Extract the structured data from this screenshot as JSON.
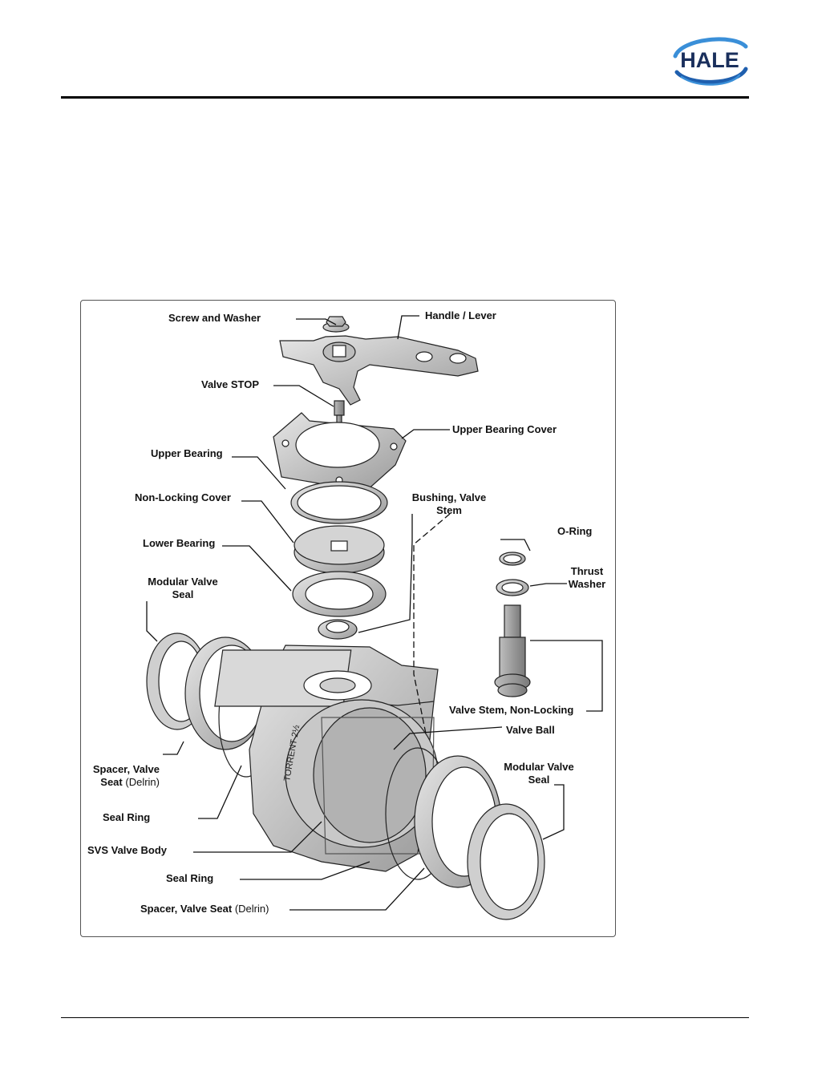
{
  "brand": {
    "logo_text": "HALE",
    "colors": {
      "logo_blue": "#1f5fae",
      "logo_swoosh": "#3a8fd8",
      "text": "#111111"
    }
  },
  "figure": {
    "labels": {
      "screw_washer": "Screw and Washer",
      "handle_lever": "Handle / Lever",
      "valve_stop": "Valve STOP",
      "upper_bearing_cover": "Upper Bearing Cover",
      "upper_bearing": "Upper Bearing",
      "non_locking_cover": "Non-Locking Cover",
      "bushing_line1": "Bushing, Valve",
      "bushing_line2": "Stem",
      "o_ring": "O-Ring",
      "thrust_line1": "Thrust",
      "thrust_line2": "Washer",
      "lower_bearing": "Lower Bearing",
      "mod_seal_left_line1": "Modular Valve",
      "mod_seal_left_line2": "Seal",
      "valve_stem": "Valve Stem, Non-Locking",
      "valve_ball": "Valve Ball",
      "mod_seal_right_line1": "Modular Valve",
      "mod_seal_right_line2": "Seal",
      "spacer_left_line1": "Spacer, Valve",
      "spacer_left_line2_bold": "Seat",
      "spacer_left_line2_light": "(Delrin)",
      "seal_ring_left": "Seal Ring",
      "svs_body": "SVS Valve Body",
      "seal_ring_bottom": "Seal Ring",
      "spacer_bottom_bold": "Spacer, Valve Seat",
      "spacer_bottom_light": "(Delrin)",
      "body_stamp": "TORRENT 2½"
    }
  }
}
